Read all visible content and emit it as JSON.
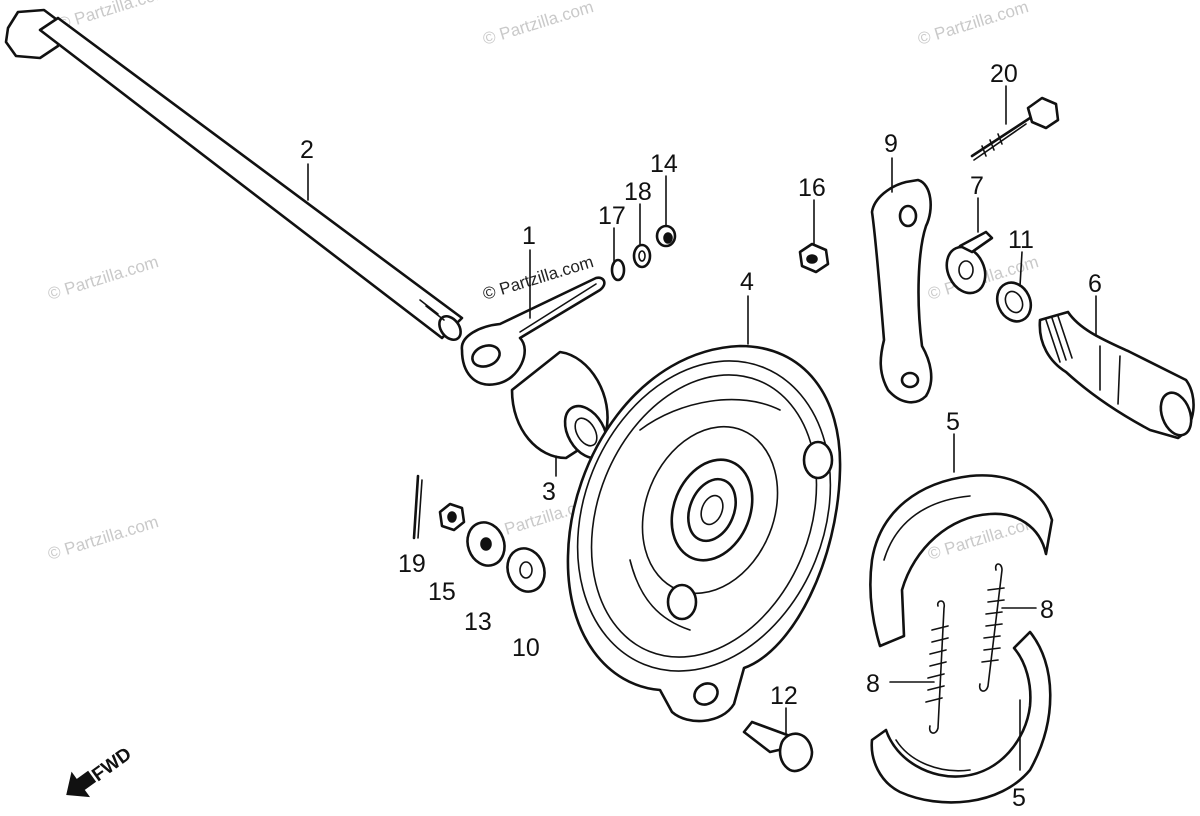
{
  "diagram": {
    "watermark": "© Partzilla.com",
    "fwd_label": "FWD",
    "callouts": [
      "1",
      "2",
      "3",
      "4",
      "5",
      "5",
      "6",
      "7",
      "8",
      "8",
      "9",
      "10",
      "11",
      "12",
      "13",
      "14",
      "15",
      "16",
      "17",
      "18",
      "19",
      "20"
    ]
  }
}
